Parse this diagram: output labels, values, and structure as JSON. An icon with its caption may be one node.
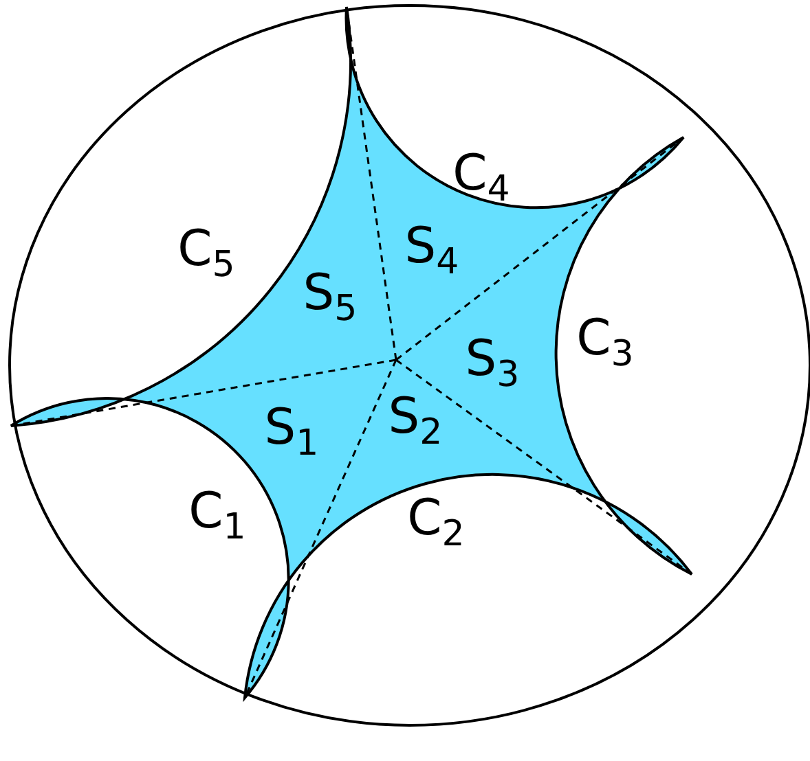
{
  "diagram": {
    "labels": [
      "C$_{4}$",
      "C$_{5}$",
      "S$_{4}$",
      "S$_{5}$",
      "C$_{3}$",
      "S$_{3}$",
      "S$_{2}$",
      "S$_{1}$",
      "C$_{1}$",
      "C$_{2}$"
    ]
  }
}
